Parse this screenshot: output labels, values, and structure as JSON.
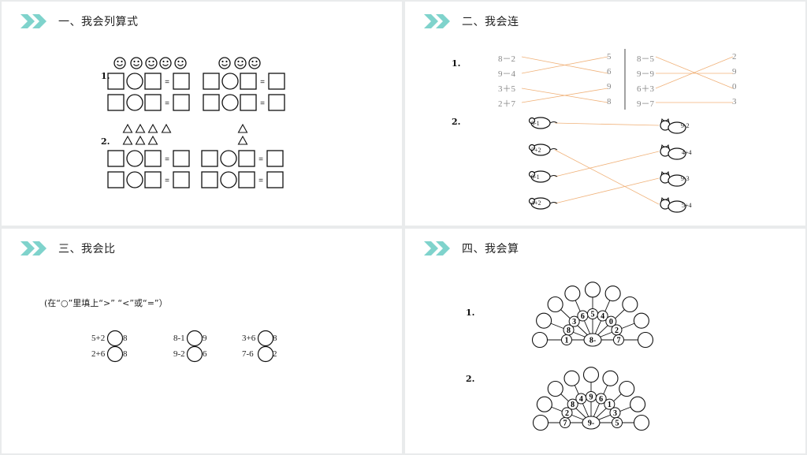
{
  "sections": [
    {
      "title": "一、我会列算式"
    },
    {
      "title": "二、我会连"
    },
    {
      "title": "三、我会比"
    },
    {
      "title": "四、我会算"
    }
  ],
  "accent_color": "#7fd3cc",
  "line_color": "#f0b27a",
  "s1": {
    "q1_label": "1.",
    "q2_label": "2.",
    "eq_sign": "="
  },
  "s2": {
    "q1_label": "1.",
    "q2_label": "2.",
    "left_group": [
      {
        "expr": "8－2",
        "ans": "5"
      },
      {
        "expr": "9－4",
        "ans": "6"
      },
      {
        "expr": "3＋5",
        "ans": "9"
      },
      {
        "expr": "2＋7",
        "ans": "8"
      }
    ],
    "right_group": [
      {
        "expr": "8－5",
        "ans": "2"
      },
      {
        "expr": "9－9",
        "ans": "9"
      },
      {
        "expr": "6＋3",
        "ans": "0"
      },
      {
        "expr": "9－7",
        "ans": "3"
      }
    ],
    "mice": [
      "8-1",
      "7+2",
      "9-1",
      "4+2"
    ],
    "cats": [
      "9-2",
      "4+4",
      "9-3",
      "5+4"
    ]
  },
  "s3": {
    "note": "(在“○”里填上“>”  “<”或“=”）",
    "rows": [
      [
        {
          "left": "5+2",
          "right": "8"
        },
        {
          "left": "8-1",
          "right": "9"
        },
        {
          "left": "3+6",
          "right": "8"
        }
      ],
      [
        {
          "left": "2+6",
          "right": "8"
        },
        {
          "left": "9-2",
          "right": "6"
        },
        {
          "left": "7-6",
          "right": "2"
        }
      ]
    ]
  },
  "s4": {
    "q1_label": "1.",
    "q2_label": "2.",
    "peacock1": {
      "center": "8-",
      "numbers": [
        "1",
        "8",
        "3",
        "6",
        "5",
        "4",
        "0",
        "2",
        "7"
      ]
    },
    "peacock2": {
      "center": "9-",
      "numbers": [
        "7",
        "2",
        "8",
        "4",
        "9",
        "6",
        "1",
        "3",
        "5"
      ]
    }
  }
}
